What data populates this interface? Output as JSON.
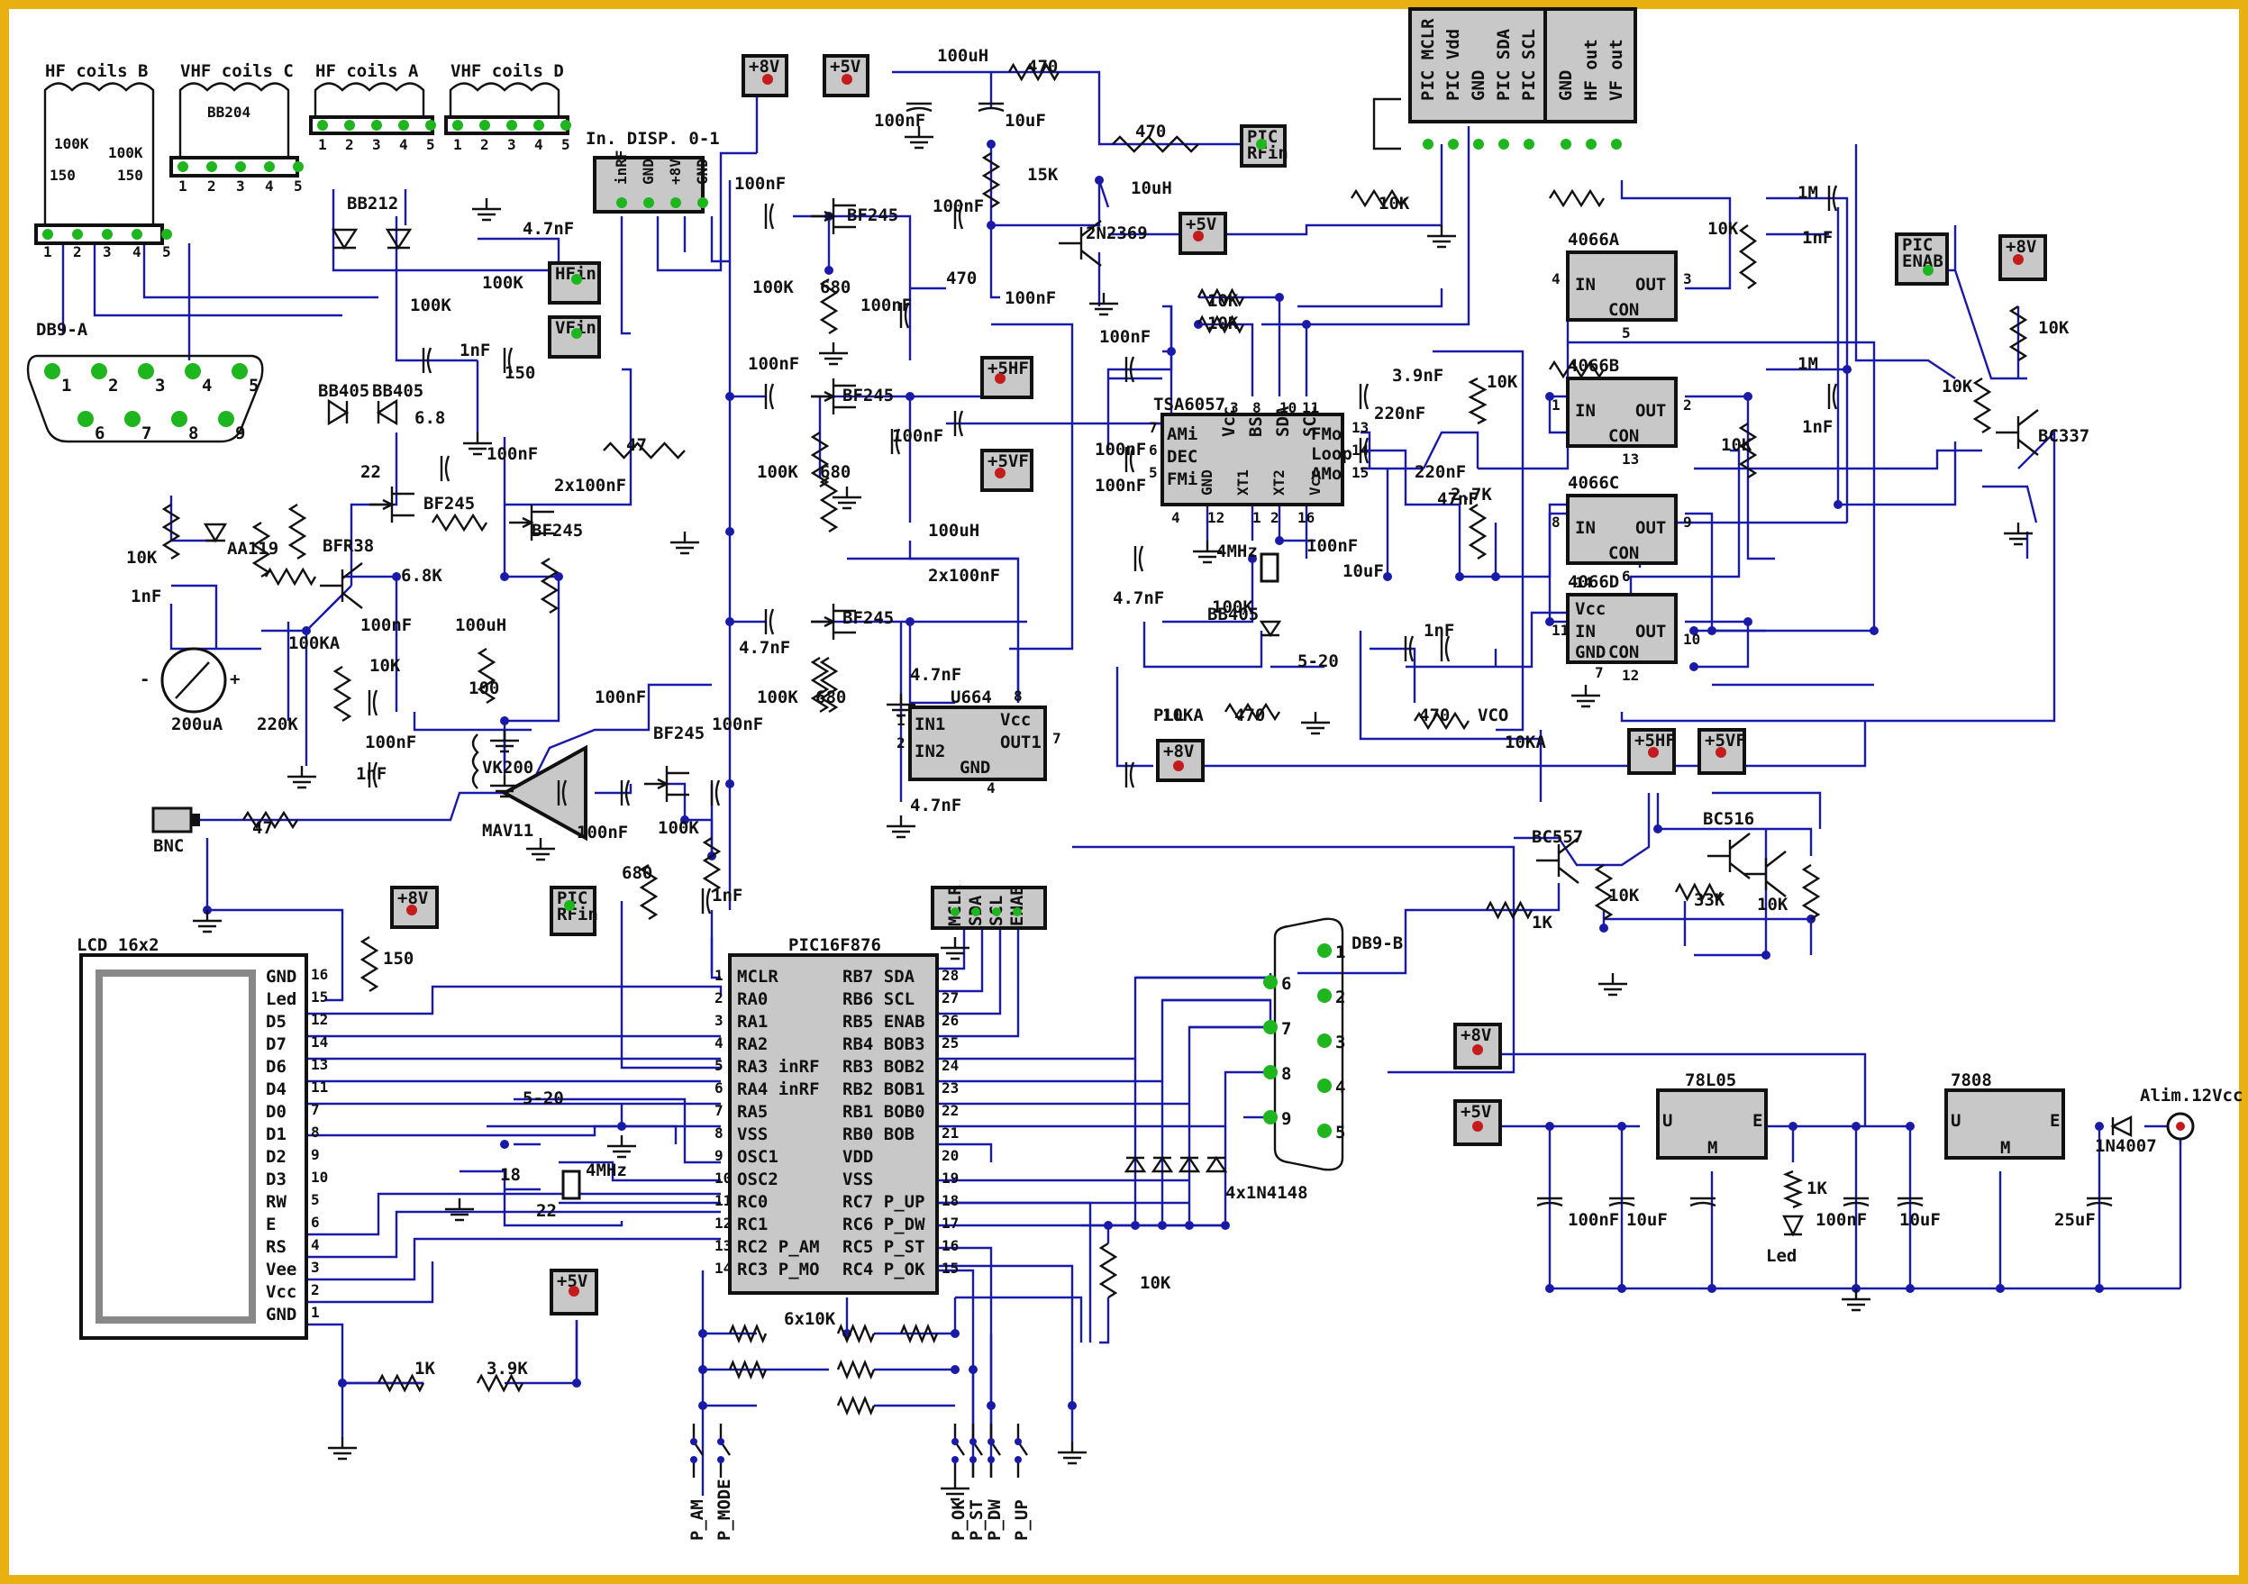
{
  "border_color": "#e8b010",
  "wire_color": "#1a1aa8",
  "pin_color": "#1fb51f",
  "power_pin_color": "#c41c1c",
  "coils": {
    "hf_b": "HF coils B",
    "vhf_c": "VHF coils C",
    "hf_a": "HF coils A",
    "vhf_d": "VHF coils D",
    "pins": [
      "1",
      "2",
      "3",
      "4",
      "5"
    ],
    "bb204": "BB204",
    "r100k": "100K",
    "r150": "150"
  },
  "power_tags": {
    "p8v": "+8V",
    "p5v": "+5V",
    "p5hf": "+5HF",
    "p5vf": "+5VF",
    "pic_rfin": [
      "PIC",
      "RFin"
    ],
    "pic_enab": [
      "PIC",
      "ENAB"
    ],
    "hfin": "HFin",
    "vfin": "VFin"
  },
  "connectors": {
    "indisp": "In. DISP. 0-1",
    "indisp_pins": [
      "inRF",
      "GND",
      "+8V",
      "GND"
    ],
    "prog_pins": [
      "PIC MCLR",
      "PIC Vdd",
      "GND",
      "PIC SDA",
      "PIC SCL"
    ],
    "out_pins": [
      "GND",
      "HF out",
      "VF out"
    ],
    "db9a": "DB9-A",
    "db9a_pins": [
      "1",
      "2",
      "3",
      "4",
      "5",
      "6",
      "7",
      "8",
      "9"
    ],
    "db9b": "DB9-B",
    "db9b_pins": [
      "1",
      "2",
      "3",
      "4",
      "5",
      "6",
      "7",
      "8",
      "9"
    ],
    "ctrl_pins": [
      "MCLR",
      "SDA",
      "SCL",
      "ENAB"
    ],
    "bnc": "BNC"
  },
  "ics": {
    "tsa6057": {
      "name": "TSA6057",
      "left": [
        "AMi",
        "DEC",
        "FMi"
      ],
      "bottom": [
        "GND",
        "XT1",
        "XT2",
        "Vcc"
      ],
      "right": [
        "FMo",
        "Loop",
        "AMo"
      ],
      "top": [
        "Vcc",
        "BS",
        "SDA",
        "SCL"
      ],
      "pins": [
        "3",
        "8",
        "10",
        "11",
        "7",
        "6",
        "5",
        "4",
        "12",
        "1",
        "2",
        "16",
        "13",
        "14",
        "15"
      ]
    },
    "u664": {
      "name": "U664",
      "in1": "IN1",
      "in2": "IN2",
      "vcc": "Vcc",
      "out1": "OUT1",
      "gnd": "GND",
      "pins": [
        "1",
        "2",
        "8",
        "7",
        "4"
      ]
    },
    "sw": [
      {
        "name": "4066A",
        "in": "IN",
        "out": "OUT",
        "con": "CON",
        "pins": [
          "4",
          "3",
          "5"
        ]
      },
      {
        "name": "4066B",
        "in": "IN",
        "out": "OUT",
        "con": "CON",
        "pins": [
          "1",
          "2",
          "13"
        ]
      },
      {
        "name": "4066C",
        "in": "IN",
        "out": "OUT",
        "con": "CON",
        "pins": [
          "8",
          "9",
          "6"
        ]
      },
      {
        "name": "4066D",
        "in": "IN",
        "out": "OUT",
        "con": "CON",
        "vcc": "Vcc",
        "gnd": "GND",
        "pins": [
          "14",
          "11",
          "10",
          "7",
          "12"
        ]
      }
    ],
    "pic": {
      "name": "PIC16F876",
      "left": [
        "MCLR",
        "RA0",
        "RA1",
        "RA2",
        "RA3 inRF",
        "RA4 inRF",
        "RA5",
        "VSS",
        "OSC1",
        "OSC2",
        "RC0",
        "RC1",
        "RC2 P_AM",
        "RC3 P_MO"
      ],
      "left_pins": [
        "1",
        "2",
        "3",
        "4",
        "5",
        "6",
        "7",
        "8",
        "9",
        "10",
        "11",
        "12",
        "13",
        "14"
      ],
      "right": [
        "RB7 SDA",
        "RB6 SCL",
        "RB5 ENAB",
        "RB4 BOB3",
        "RB3 BOB2",
        "RB2 BOB1",
        "RB1 BOB0",
        "RB0 BOB",
        "VDD",
        "VSS",
        "RC7 P_UP",
        "RC6 P_DW",
        "RC5 P_ST",
        "RC4 P_OK"
      ],
      "right_pins": [
        "28",
        "27",
        "26",
        "25",
        "24",
        "23",
        "22",
        "21",
        "20",
        "19",
        "18",
        "17",
        "16",
        "15"
      ]
    },
    "lcd": {
      "name": "LCD 16x2",
      "pins": [
        "GND",
        "Led",
        "D5",
        "D7",
        "D6",
        "D4",
        "D0",
        "D1",
        "D2",
        "D3",
        "RW",
        "E",
        "RS",
        "Vee",
        "Vcc",
        "GND"
      ],
      "nums": [
        "16",
        "15",
        "12",
        "14",
        "13",
        "11",
        "7",
        "8",
        "9",
        "10",
        "5",
        "6",
        "4",
        "3",
        "2",
        "1"
      ]
    },
    "reg78l05": {
      "name": "78L05",
      "u": "U",
      "e": "E",
      "m": "M"
    },
    "reg7808": {
      "name": "7808",
      "u": "U",
      "e": "E",
      "m": "M"
    },
    "mav11": "MAV11",
    "vk200": "VK200"
  },
  "transistors": {
    "bf245": "BF245",
    "bfr38": "BFR38",
    "t2n2369": "2N2369",
    "bc337": "BC337",
    "bc557": "BC557",
    "bc516": "BC516"
  },
  "diodes": {
    "bb212": "BB212",
    "bb405": "BB405",
    "aa119": "AA119",
    "n1n4148": "4x1N4148",
    "n1n4007": "1N4007",
    "led": "Led"
  },
  "values": {
    "n100": "100nF",
    "n47": "4.7nF",
    "n1": "1nF",
    "n22": "22",
    "n220": "220nF",
    "n39": "3.9nF",
    "n47b": "47nF",
    "n2x100": "2x100nF",
    "u10": "10uF",
    "u25": "25uF",
    "uh100": "100uH",
    "uh10": "10uH",
    "r47": "47",
    "r470": "470",
    "r680": "680",
    "r100k": "100K",
    "r10k": "10K",
    "r15k": "15K",
    "r1m": "1M",
    "r27k": "2.7K",
    "r68": "6.8",
    "r68k": "6.8K",
    "r1k": "1K",
    "r39k": "3.9K",
    "r33k": "33K",
    "r220k": "220K",
    "r150": "150",
    "r100": "100",
    "r100ka": "100KA",
    "r10ka": "10KA",
    "pll": "PLL",
    "vco": "VCO",
    "mhz4": "4MHz",
    "c18": "18",
    "c22": "22",
    "c520": "5-20",
    "r6x10k": "6x10K",
    "meter": "200uA",
    "alim": "Alim.12Vcc",
    "plus": "+",
    "minus": "-"
  },
  "switches": [
    "P_AM",
    "P_MODE",
    "P_OK",
    "P_ST",
    "P_DW",
    "P_UP"
  ]
}
